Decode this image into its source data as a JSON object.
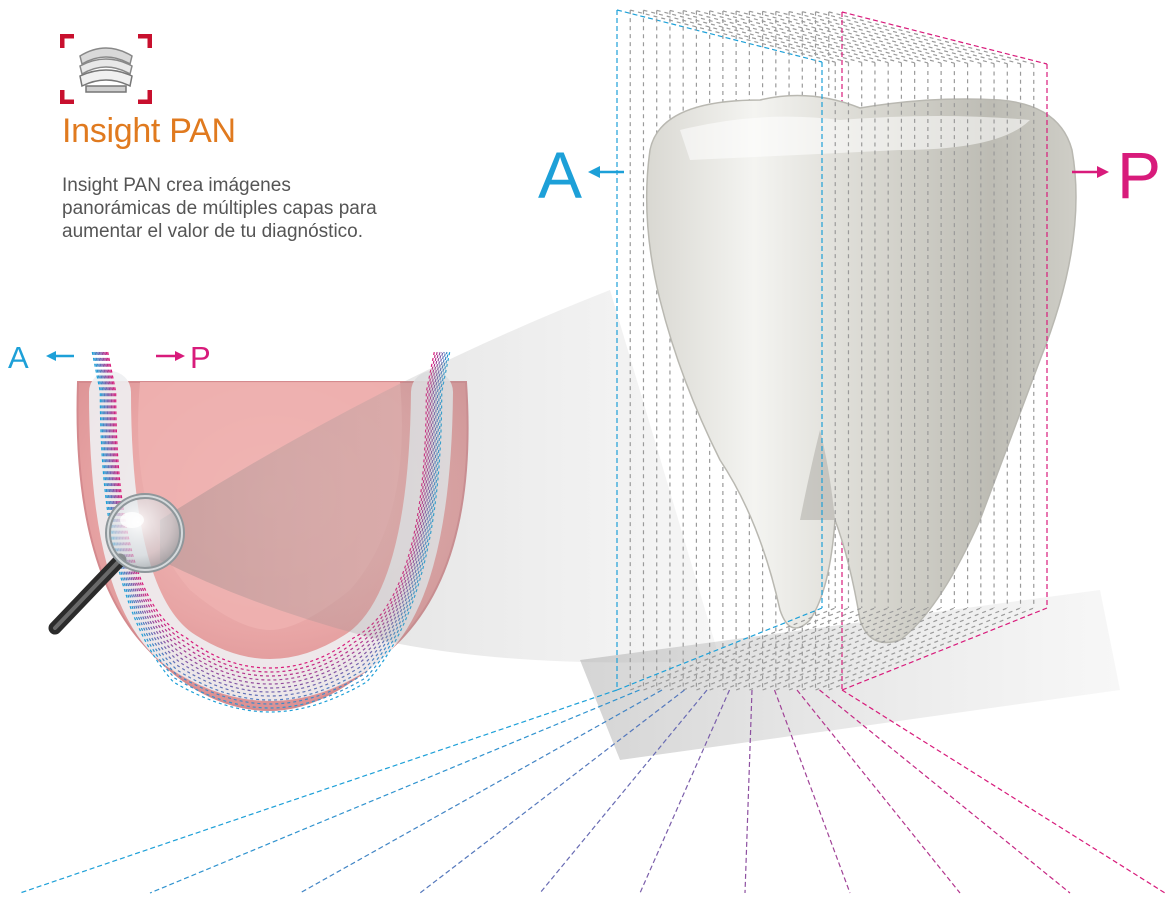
{
  "feature": {
    "icon": "panoramic-jaw-layers-icon",
    "title": "Insight PAN",
    "description": "Insight PAN crea imágenes panorámicas de múltiples capas para aumentar el valor de tu diagnóstico."
  },
  "labels": {
    "anterior": "A",
    "posterior": "P"
  },
  "colors": {
    "title": "#e07a1f",
    "anterior": "#1da0d8",
    "posterior": "#d81b7b",
    "icon_bracket": "#c8102e",
    "gum": "#e8a7a8",
    "tooth": "#e6e5e0",
    "text": "#555555"
  }
}
